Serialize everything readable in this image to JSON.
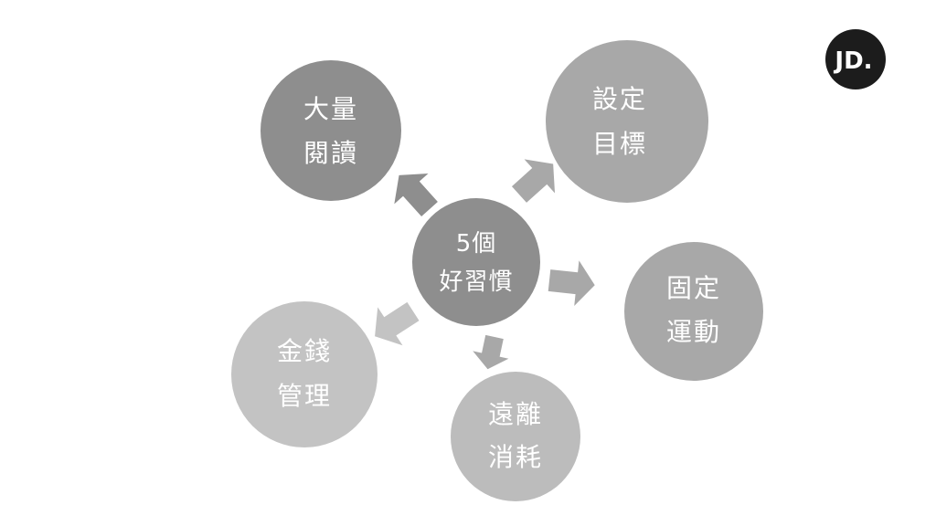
{
  "logo": {
    "text": "JD."
  },
  "center": {
    "line1": "5個",
    "line2": "好習慣"
  },
  "nodes": [
    {
      "id": "reading",
      "line1": "大量",
      "line2": "閱讀"
    },
    {
      "id": "goals",
      "line1": "設定",
      "line2": "目標"
    },
    {
      "id": "exercise",
      "line1": "固定",
      "line2": "運動"
    },
    {
      "id": "distance",
      "line1": "遠離",
      "line2": "消耗"
    },
    {
      "id": "money",
      "line1": "金錢",
      "line2": "管理"
    }
  ],
  "colors": {
    "center": "#8e8e8e",
    "reading": "#8e8e8e",
    "goals": "#a8a8a8",
    "exercise": "#a8a8a8",
    "distance": "#bcbcbc",
    "money": "#c3c3c3",
    "arrow_reading": "#8e8e8e",
    "arrow_goals": "#a8a8a8",
    "arrow_exercise": "#a8a8a8",
    "arrow_distance": "#a8a8a8",
    "arrow_money": "#c3c3c3",
    "logo": "#1c1c1c"
  }
}
